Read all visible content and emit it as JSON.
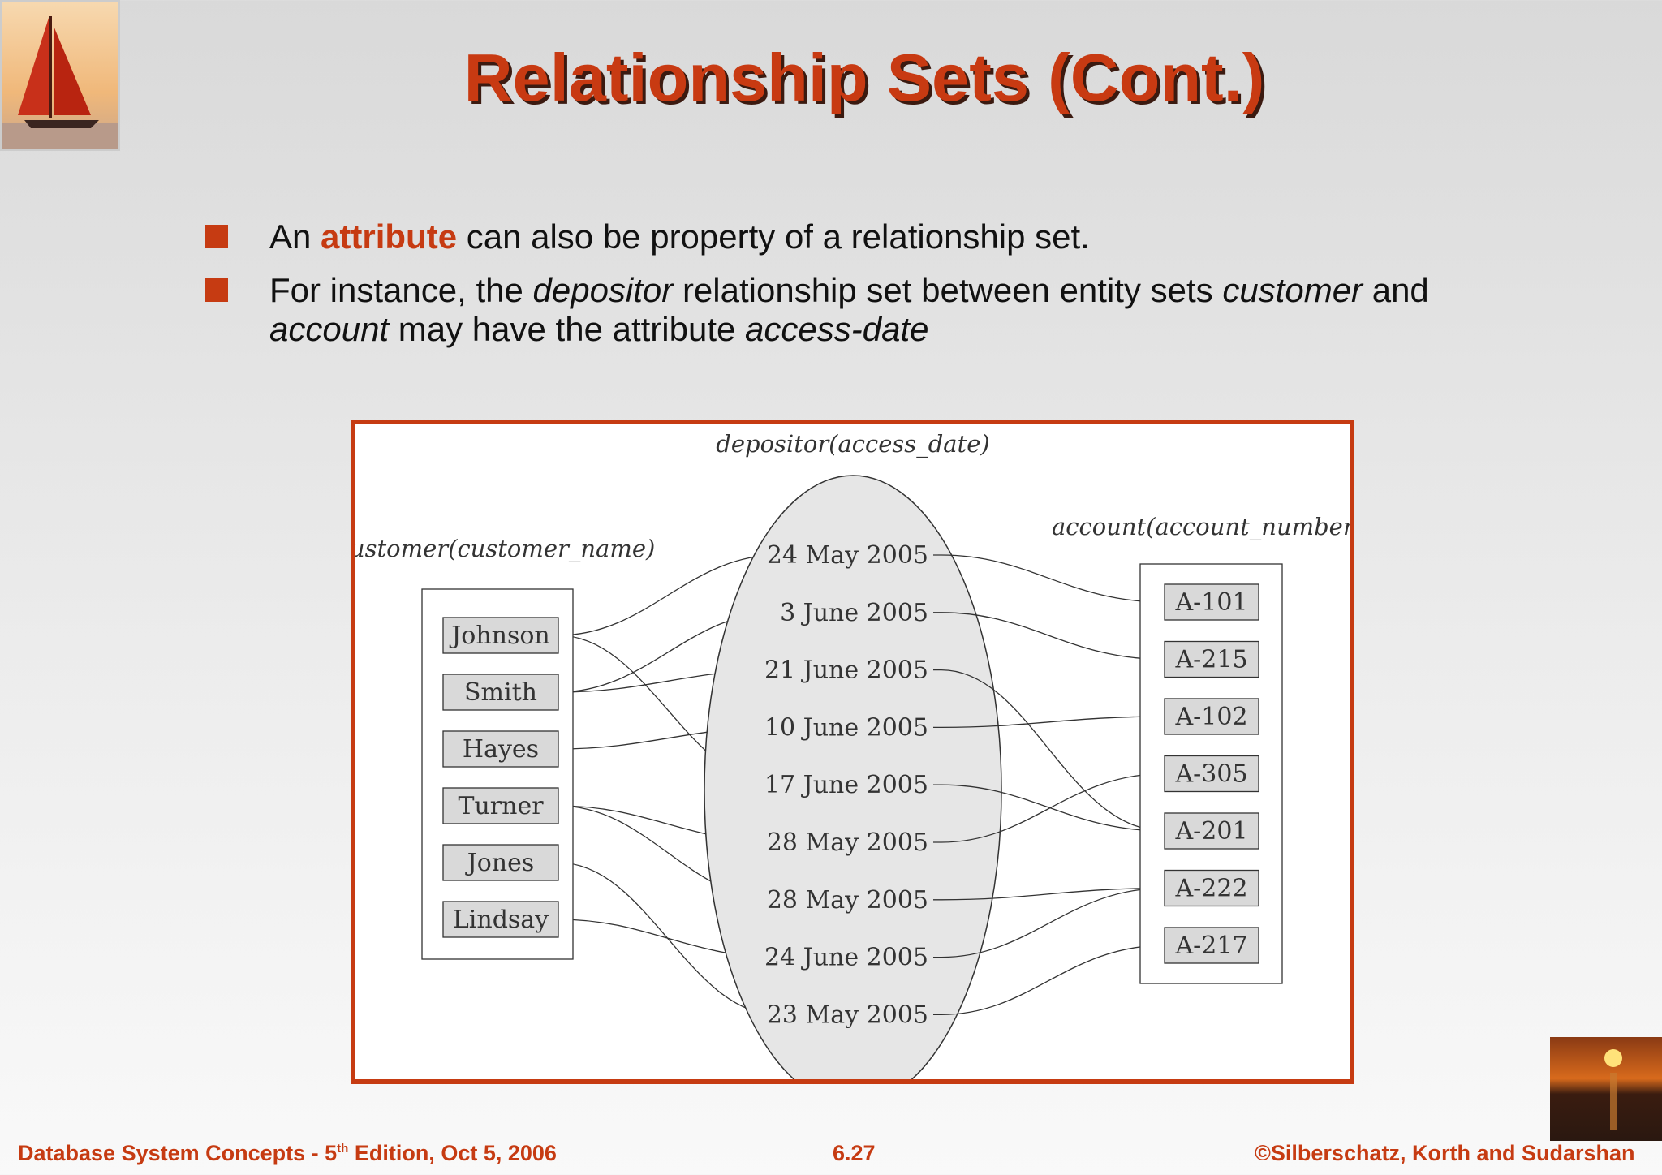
{
  "slide": {
    "title": "Relationship Sets (Cont.)",
    "bullets": [
      {
        "parts": [
          "An ",
          "attribute",
          " can also be property of a relationship set."
        ]
      },
      {
        "parts": [
          "For instance, the ",
          "depositor",
          " relationship set between entity sets ",
          "customer",
          " and ",
          "account",
          " may have the attribute ",
          "access-date"
        ]
      }
    ]
  },
  "diagram": {
    "relationship_label": "depositor(access_date)",
    "customer_label": "customer(customer_name)",
    "account_label": "account(account_number)",
    "customers": [
      "Johnson",
      "Smith",
      "Hayes",
      "Turner",
      "Jones",
      "Lindsay"
    ],
    "dates": [
      "24 May 2005",
      "3 June 2005",
      "21 June 2005",
      "10 June 2005",
      "17 June 2005",
      "28 May 2005",
      "28 May 2005",
      "24 June 2005",
      "23 May 2005"
    ],
    "accounts": [
      "A-101",
      "A-215",
      "A-102",
      "A-305",
      "A-201",
      "A-222",
      "A-217"
    ],
    "links": [
      {
        "customer": "Johnson",
        "date": "24 May 2005",
        "account": "A-101"
      },
      {
        "customer": "Smith",
        "date": "3 June 2005",
        "account": "A-215"
      },
      {
        "customer": "Smith",
        "date": "21 June 2005",
        "account": "A-201"
      },
      {
        "customer": "Hayes",
        "date": "10 June 2005",
        "account": "A-102"
      },
      {
        "customer": "Johnson",
        "date": "17 June 2005",
        "account": "A-201"
      },
      {
        "customer": "Turner",
        "date": "28 May 2005",
        "account": "A-305"
      },
      {
        "customer": "Turner",
        "date": "28 May 2005",
        "account": "A-222"
      },
      {
        "customer": "Lindsay",
        "date": "24 June 2005",
        "account": "A-222"
      },
      {
        "customer": "Jones",
        "date": "23 May 2005",
        "account": "A-217"
      }
    ]
  },
  "footer": {
    "left_pre": "Database System Concepts - 5",
    "left_sup": "th",
    "left_post": " Edition, Oct 5, 2006",
    "center": "6.27",
    "right": "©Silberschatz, Korth and Sudarshan"
  },
  "colors": {
    "accent": "#c63b12",
    "title_shadow": "#3b1a10",
    "box_fill": "#d9d9d9",
    "ellipse_fill": "#e6e6e6"
  }
}
